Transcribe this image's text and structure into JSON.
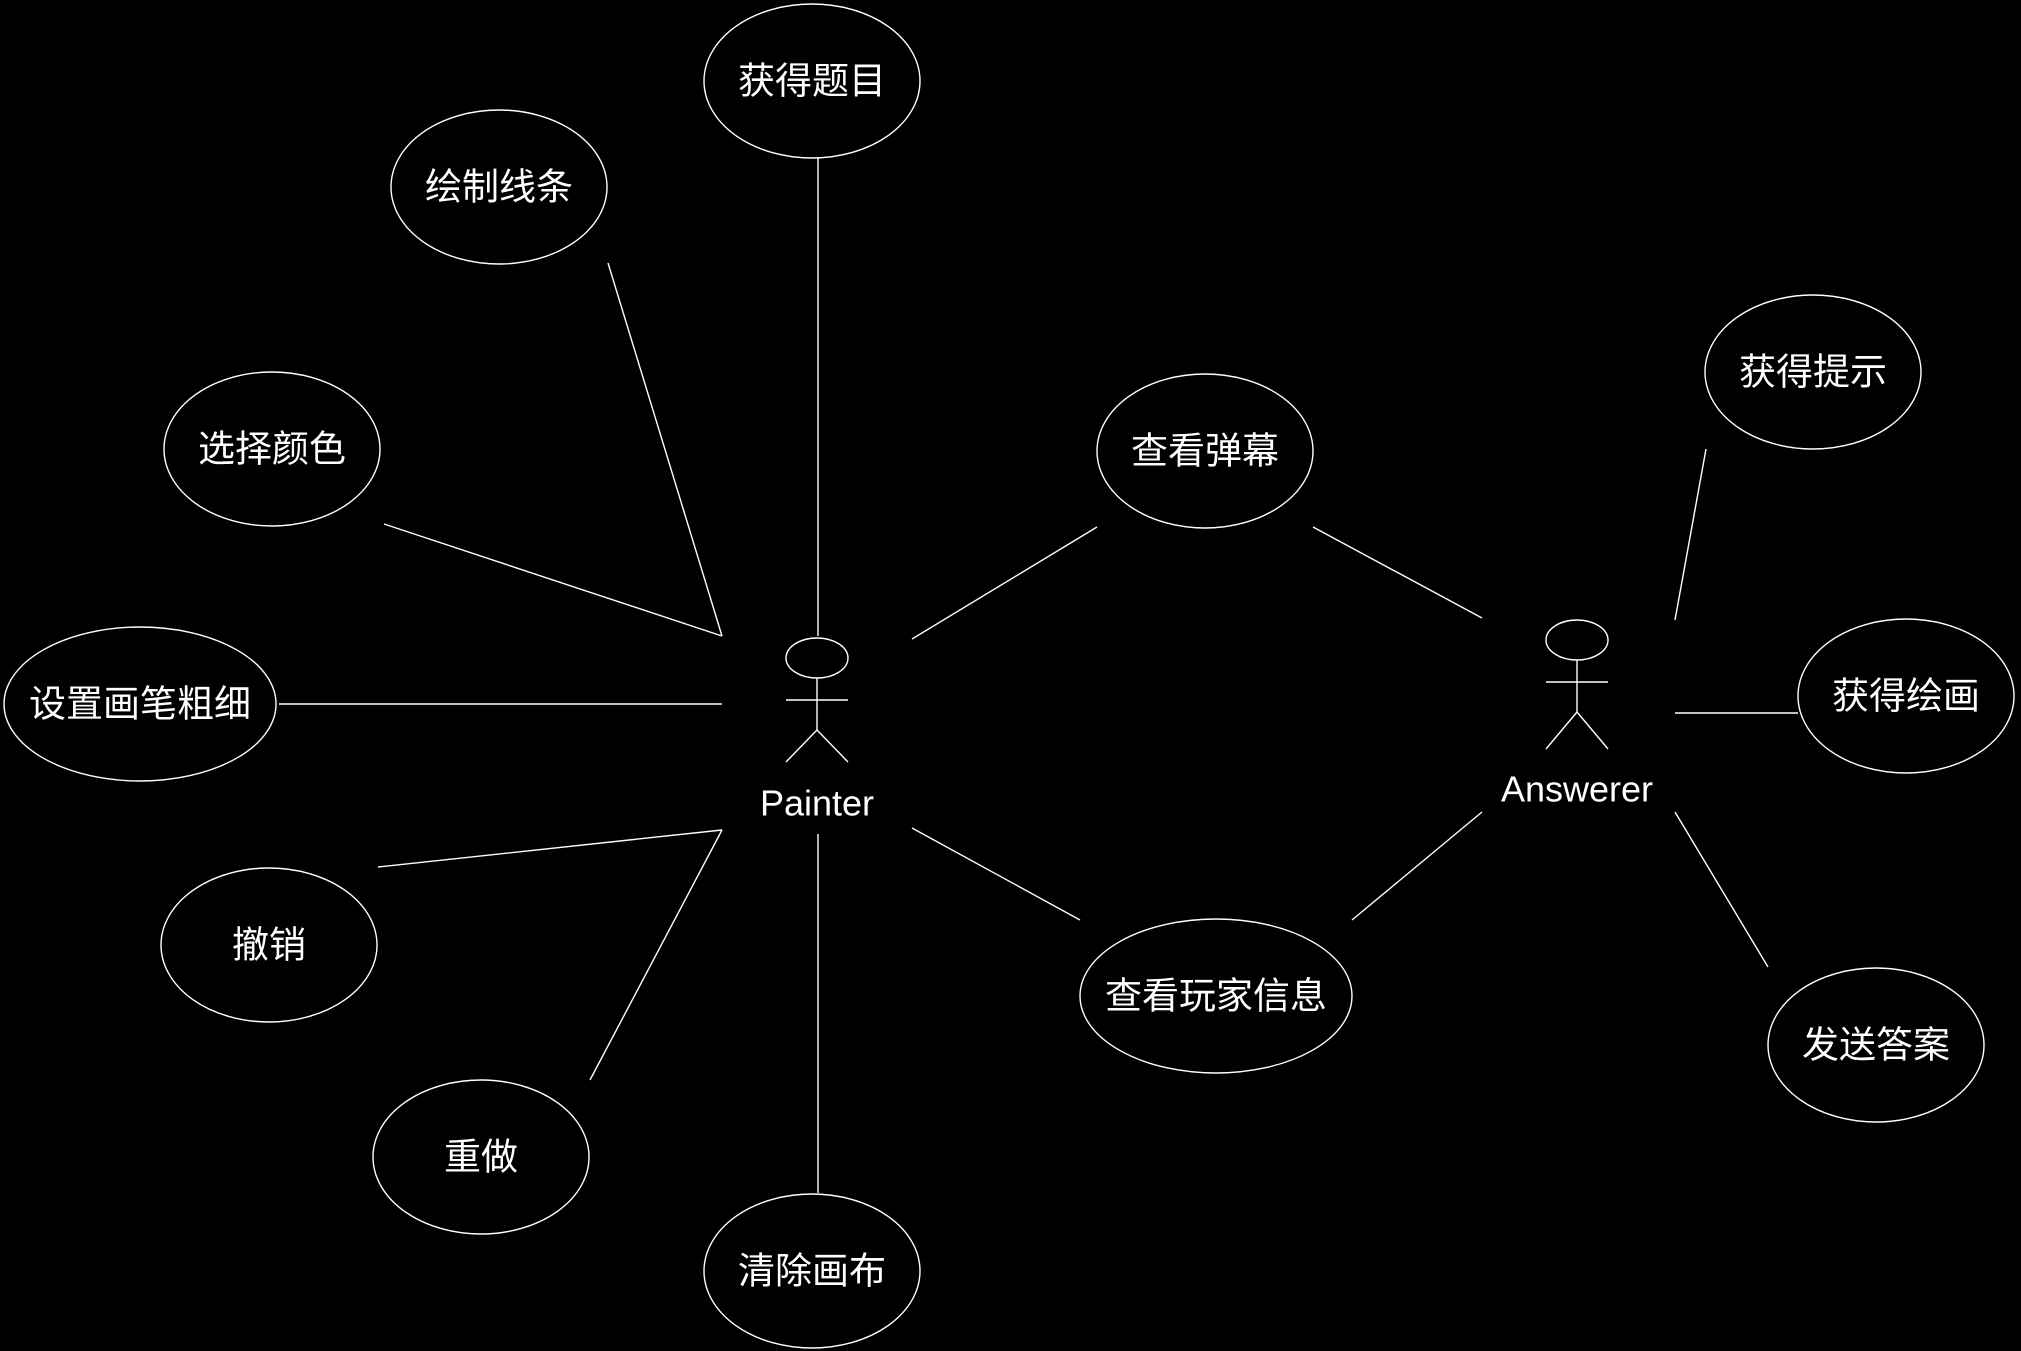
{
  "diagram": {
    "background": "#000000",
    "stroke": "#ffffff",
    "actors": [
      {
        "id": "painter",
        "name": "Painter"
      },
      {
        "id": "answerer",
        "name": "Answerer"
      }
    ],
    "use_cases": [
      {
        "id": "get-topic",
        "label": "获得题目"
      },
      {
        "id": "draw-lines",
        "label": "绘制线条"
      },
      {
        "id": "choose-color",
        "label": "选择颜色"
      },
      {
        "id": "set-brush-width",
        "label": "设置画笔粗细"
      },
      {
        "id": "undo",
        "label": "撤销"
      },
      {
        "id": "redo",
        "label": "重做"
      },
      {
        "id": "clear-canvas",
        "label": "清除画布"
      },
      {
        "id": "view-danmaku",
        "label": "查看弹幕"
      },
      {
        "id": "view-player-info",
        "label": "查看玩家信息"
      },
      {
        "id": "get-hint",
        "label": "获得提示"
      },
      {
        "id": "get-drawing",
        "label": "获得绘画"
      },
      {
        "id": "send-answer",
        "label": "发送答案"
      }
    ],
    "associations": [
      {
        "from": "painter",
        "to": "get-topic"
      },
      {
        "from": "painter",
        "to": "draw-lines"
      },
      {
        "from": "painter",
        "to": "choose-color"
      },
      {
        "from": "painter",
        "to": "set-brush-width"
      },
      {
        "from": "painter",
        "to": "undo"
      },
      {
        "from": "painter",
        "to": "redo"
      },
      {
        "from": "painter",
        "to": "clear-canvas"
      },
      {
        "from": "painter",
        "to": "view-danmaku"
      },
      {
        "from": "painter",
        "to": "view-player-info"
      },
      {
        "from": "answerer",
        "to": "view-danmaku"
      },
      {
        "from": "answerer",
        "to": "view-player-info"
      },
      {
        "from": "answerer",
        "to": "get-hint"
      },
      {
        "from": "answerer",
        "to": "get-drawing"
      },
      {
        "from": "answerer",
        "to": "send-answer"
      }
    ]
  }
}
